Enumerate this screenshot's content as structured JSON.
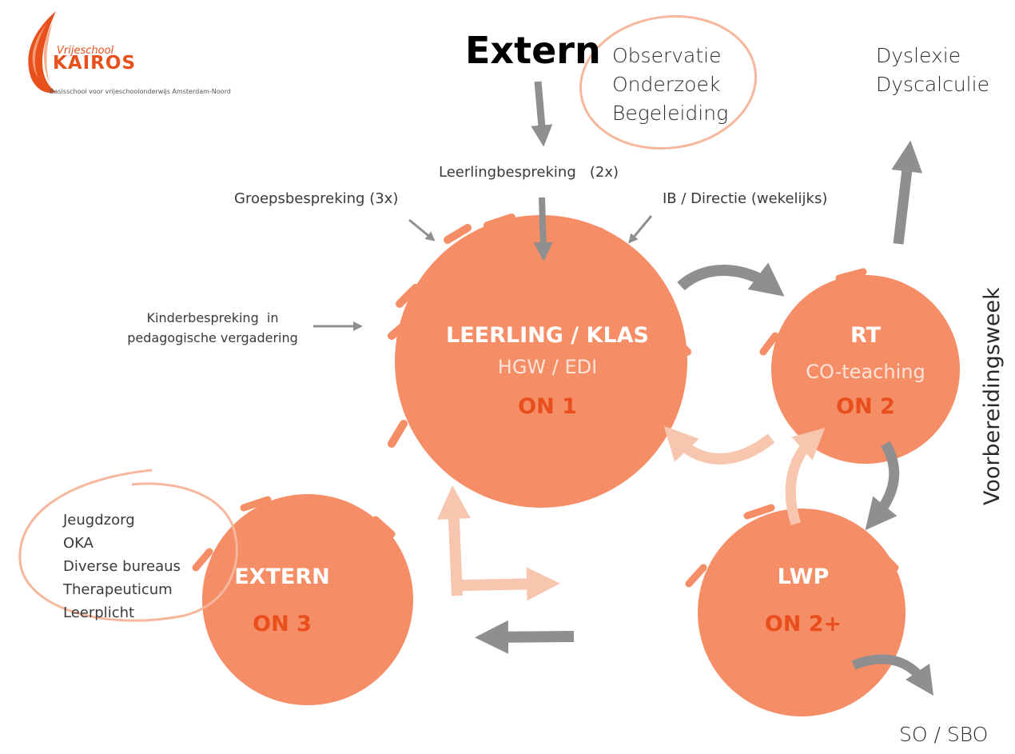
{
  "logo": {
    "prefix": "Vrijeschool",
    "name": "KAIROS",
    "tagline": "Basisschool voor vrijeschoolonderwijs Amsterdam-Noord"
  },
  "top": {
    "extern_title": "Extern",
    "extern_items": [
      "Observatie",
      "Onderzoek",
      "Begeleiding"
    ],
    "right_items": [
      "Dyslexie",
      "Dyscalculie"
    ]
  },
  "inputs": {
    "leerlingbespreking": "Leerlingbespreking   (2x)",
    "groepsbespreking": "Groepsbespreking (3x)",
    "ib_directie": "IB / Directie (wekelijks)",
    "kinderbespreking_1": "Kinderbespreking  in",
    "kinderbespreking_2": "pedagogische vergadering"
  },
  "circles": {
    "leerling": {
      "title": "LEERLING / KLAS",
      "sub": "HGW / EDI",
      "on": "ON 1"
    },
    "rt": {
      "title": "RT",
      "sub": "CO-teaching",
      "on": "ON 2"
    },
    "lwp": {
      "title": "LWP",
      "on": "ON 2+"
    },
    "extern": {
      "title": "EXTERN",
      "on": "ON 3"
    }
  },
  "extern_list": [
    "Jeugdzorg",
    "OKA",
    "Diverse bureaus",
    "Therapeuticum",
    "Leerplicht"
  ],
  "side_label": "Voorbereidingsweek",
  "bottom_label": "SO / SBO",
  "colors": {
    "circle": "#f58d67",
    "accent": "#e94e1d",
    "arrow_gray": "#8f8f8f",
    "arrow_light": "#f8c5ae"
  }
}
